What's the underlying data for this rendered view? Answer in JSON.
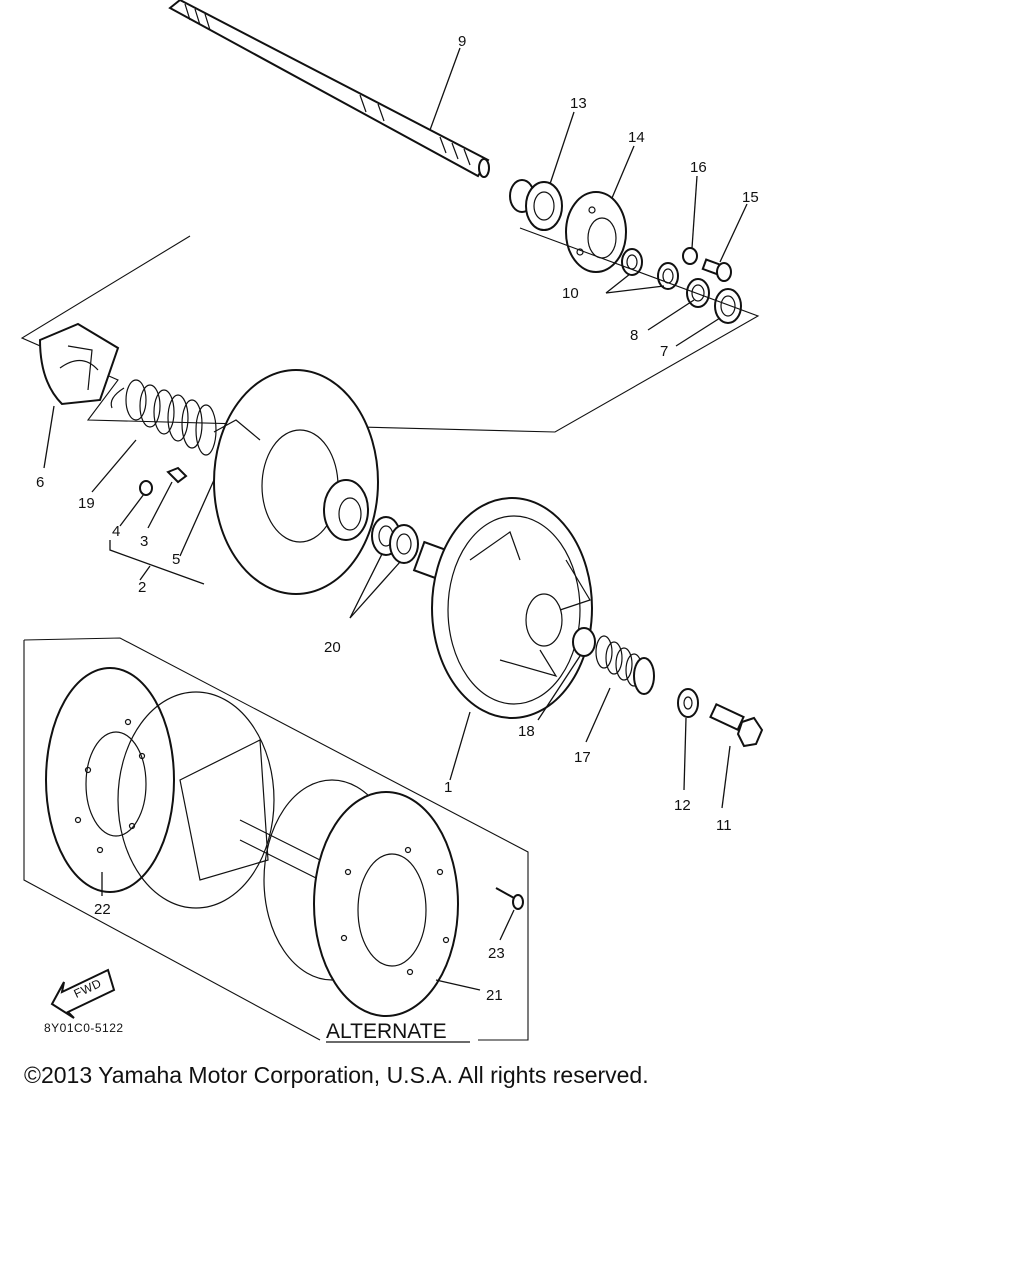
{
  "callouts": [
    "1",
    "2",
    "3",
    "4",
    "5",
    "6",
    "7",
    "8",
    "9",
    "10",
    "11",
    "12",
    "13",
    "14",
    "15",
    "16",
    "17",
    "18",
    "19",
    "20",
    "21",
    "22",
    "23"
  ],
  "alternate_label": "ALTERNATE",
  "fwd_label": "FWD",
  "drawing_code": "8Y01C0-5122",
  "copyright": "©2013 Yamaha Motor Corporation, U.S.A. All rights reserved."
}
